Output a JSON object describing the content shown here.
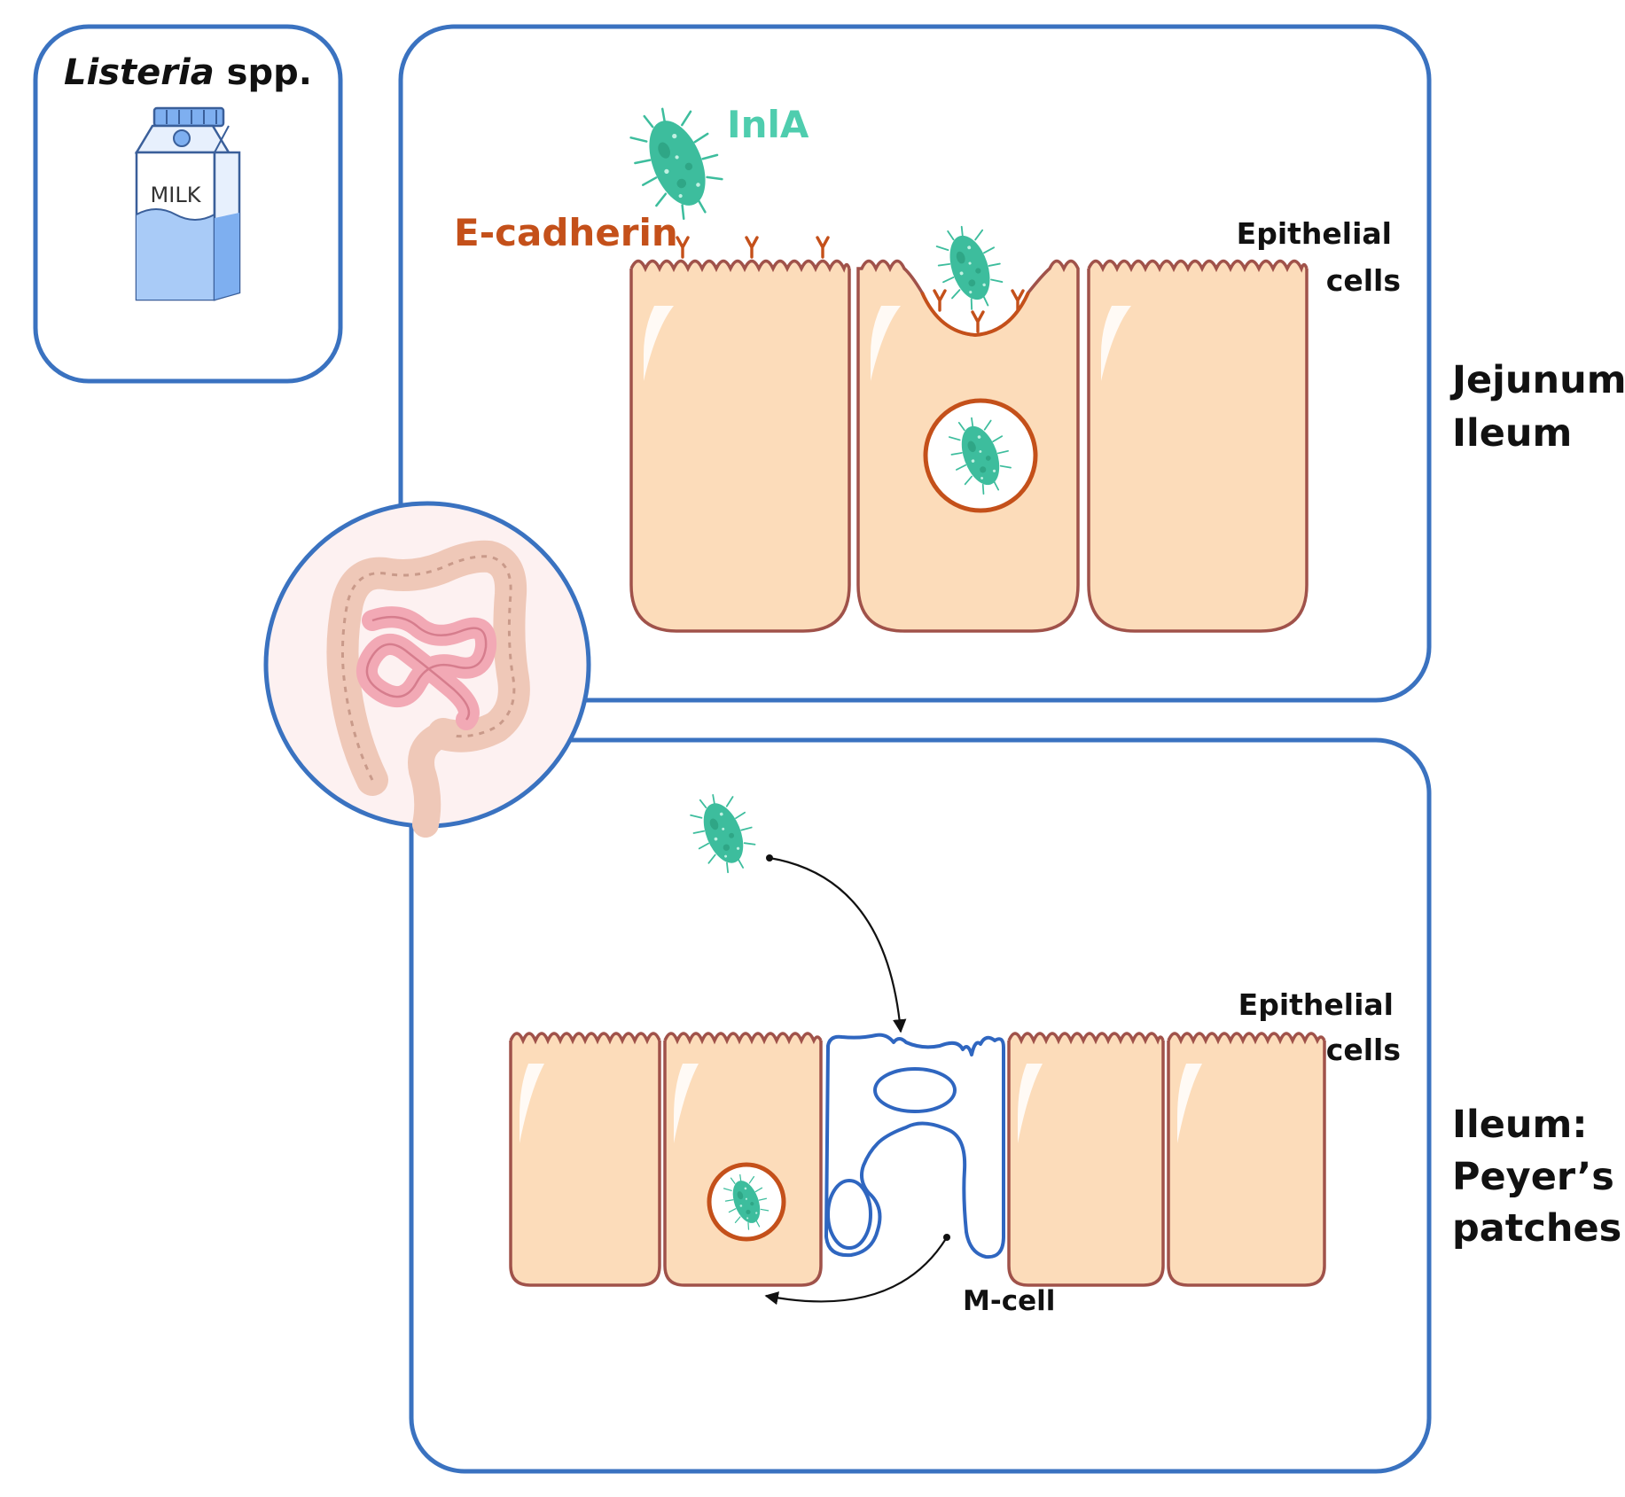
{
  "source_box": {
    "title_italic": "Listeria",
    "title_rest": " spp.",
    "carton_text": "MILK"
  },
  "top_panel": {
    "protein_label": "InlA",
    "receptor_label": "E-cadherin",
    "cells_label_line1": "Epithelial",
    "cells_label_line2": "cells",
    "region_line1": "Jejunum",
    "region_line2": "Ileum"
  },
  "bottom_panel": {
    "cells_label_line1": "Epithelial",
    "cells_label_line2": "cells",
    "mcell_label": "M-cell",
    "region_line1": "Ileum:",
    "region_line2": "Peyer’s",
    "region_line3": "patches"
  },
  "colors": {
    "panel_border": "#3a72c0",
    "cell_fill": "#fcdcba",
    "cell_stroke": "#a0524a",
    "bacterium": "#3dbd9d",
    "cadherin": "#c4501a",
    "inla_text": "#4fcdae",
    "mcell_stroke": "#2f66c0"
  }
}
